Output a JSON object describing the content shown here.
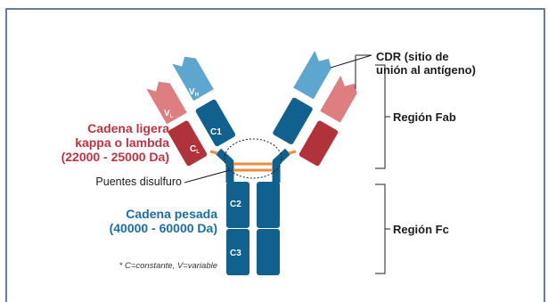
{
  "light_chain_label": [
    "Cadena ligera",
    "kappa o lambda",
    "(22000 - 25000 Da)"
  ],
  "heavy_chain_label": [
    "Cadena pesada",
    "(40000 - 60000 Da)"
  ],
  "disulfide_label": "Puentes disulfuro",
  "cdr_label": [
    "CDR (sitio de",
    "unión al antígeno)"
  ],
  "fab_label": "Región Fab",
  "fc_label": "Región Fc",
  "footnote": "* C=constante, V=variable",
  "domains": {
    "vh": "V",
    "vh_sub": "H",
    "vl": "V",
    "vl_sub": "L",
    "cl": "C",
    "cl_sub": "L",
    "c1": "C1",
    "c2": "C2",
    "c3": "C3"
  },
  "colors": {
    "frame": "#3d5f86",
    "heavy_dark": "#11618f",
    "heavy_light": "#5da6cf",
    "light_dark": "#b0333b",
    "light_light": "#de7e80",
    "disulfide": "#f08a3c"
  }
}
